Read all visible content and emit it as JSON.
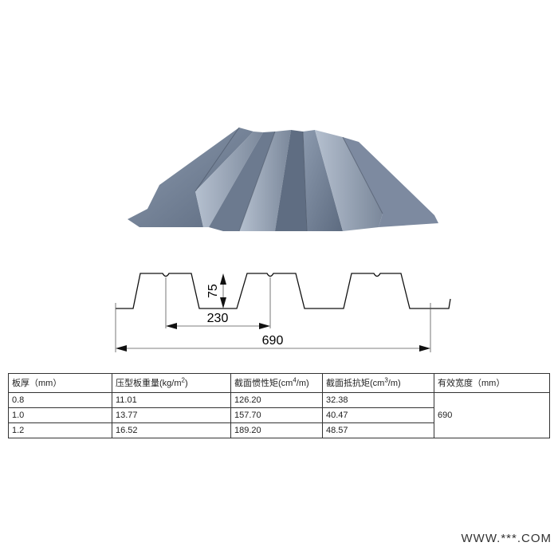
{
  "drawing": {
    "height_label": "75",
    "pitch_label": "230",
    "width_label": "690"
  },
  "table": {
    "headers": [
      {
        "text": "板厚（mm）",
        "sup": "",
        "after": ""
      },
      {
        "text": "压型板重量(kg/m",
        "sup": "2",
        "after": ")"
      },
      {
        "text": "截面惯性矩(cm",
        "sup": "4",
        "after": "/m)"
      },
      {
        "text": "截面抵抗矩(cm",
        "sup": "3",
        "after": "/m)"
      },
      {
        "text": "有效宽度（mm）",
        "sup": "",
        "after": ""
      }
    ],
    "rows": [
      [
        "0.8",
        "11.01",
        "126.20",
        "32.38"
      ],
      [
        "1.0",
        "13.77",
        "157.70",
        "40.47"
      ],
      [
        "1.2",
        "16.52",
        "189.20",
        "48.57"
      ]
    ],
    "effective_width": "690"
  },
  "watermark": "WWW.***.COM"
}
